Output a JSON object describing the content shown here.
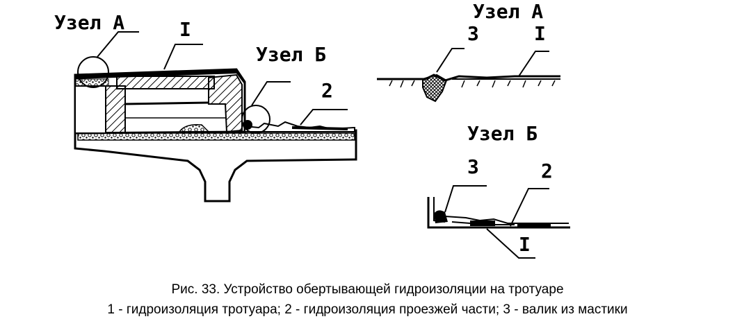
{
  "diagram": {
    "main_labels": {
      "node_a": "Узел А",
      "node_b": "Узел Б",
      "mark_1": "I",
      "mark_2": "2"
    },
    "detail_a": {
      "title": "Узел А",
      "mark_3": "3",
      "mark_1": "I"
    },
    "detail_b": {
      "title": "Узел Б",
      "mark_3": "3",
      "mark_2": "2",
      "mark_1": "I"
    }
  },
  "caption": {
    "line1": "Рис. 33. Устройство обертывающей гидроизоляции на тротуаре",
    "line2": "1 - гидроизоляция тротуара; 2 - гидроизоляция проезжей части; 3 - валик из мастики"
  }
}
